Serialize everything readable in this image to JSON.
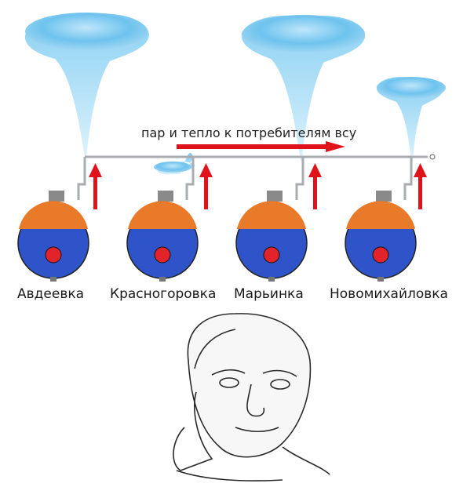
{
  "diagram": {
    "header_text": "пар и тепло к потребителям всу",
    "colors": {
      "pipe": "#a9acb0",
      "arrow": "#e0131b",
      "boiler_top": "#e97a2a",
      "boiler_body": "#2f54c9",
      "boiler_core": "#e2232a",
      "water": "#6ec3ee"
    },
    "boilers": [
      {
        "label": "Авдеевка"
      },
      {
        "label": "Красногоровка"
      },
      {
        "label": "Марьинка"
      },
      {
        "label": "Новомихайловка"
      }
    ],
    "portrait": {
      "description_icon": "man-portrait-icon"
    }
  }
}
